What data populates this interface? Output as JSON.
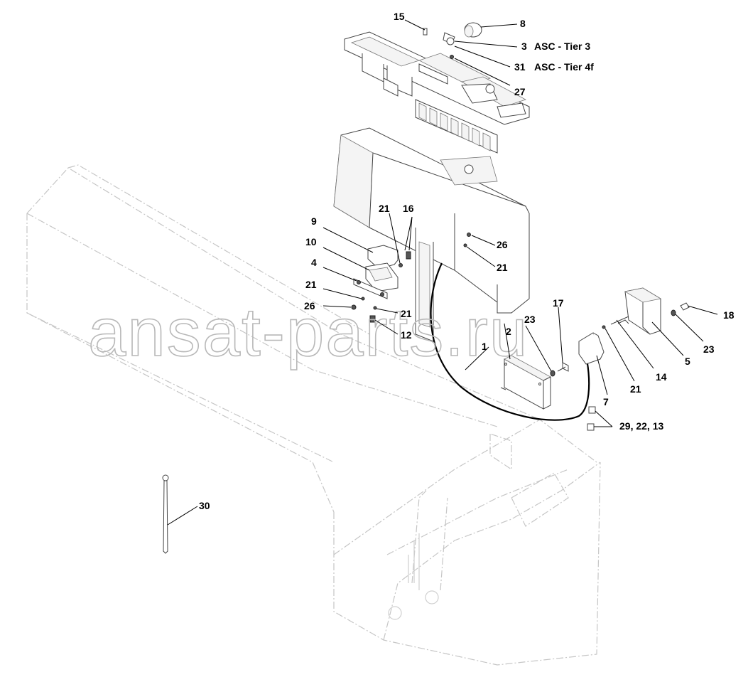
{
  "watermark": "ansat-parts.ru",
  "callouts": {
    "c15": "15",
    "c8": "8",
    "c3": "3",
    "c3_note": "ASC - Tier 3",
    "c31": "31",
    "c31_note": "ASC - Tier 4f",
    "c27": "27",
    "c21_a": "21",
    "c16": "16",
    "c9": "9",
    "c10": "10",
    "c4": "4",
    "c26_a": "26",
    "c21_b": "21",
    "c21_c": "21",
    "c26_b": "26",
    "c21_d": "21",
    "c12": "12",
    "c23_a": "23",
    "c2": "2",
    "c1": "1",
    "c17": "17",
    "c7": "7",
    "c21_e": "21",
    "c14": "14",
    "c5": "5",
    "c23_b": "23",
    "c18": "18",
    "c29_22_13": "29, 22, 13",
    "c30": "30"
  }
}
